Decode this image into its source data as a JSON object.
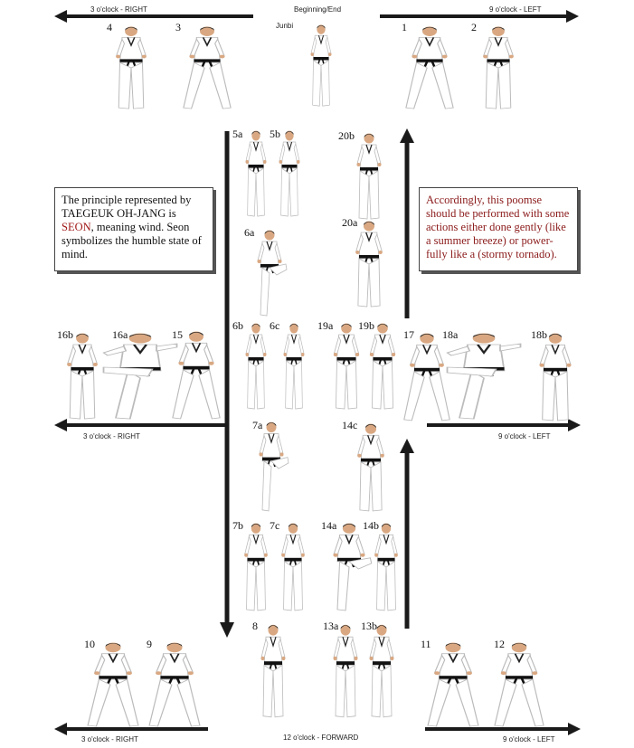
{
  "directions": {
    "right_top": "3 o'clock - RIGHT",
    "left_top": "9 o'clock - LEFT",
    "beginning_end": "Beginning/End",
    "junbi": "Junbi",
    "right_mid": "3 o'clock - RIGHT",
    "left_mid": "9 o'clock - LEFT",
    "right_bottom": "3 o'clock - RIGHT",
    "forward": "12 o'clock - FORWARD",
    "left_bottom": "9 o'clock - LEFT"
  },
  "steps": {
    "s1": "1",
    "s2": "2",
    "s3": "3",
    "s4": "4",
    "s5a": "5a",
    "s5b": "5b",
    "s6a": "6a",
    "s6b": "6b",
    "s6c": "6c",
    "s7a": "7a",
    "s7b": "7b",
    "s7c": "7c",
    "s8": "8",
    "s9": "9",
    "s10": "10",
    "s11": "11",
    "s12": "12",
    "s13a": "13a",
    "s13b": "13b",
    "s14a": "14a",
    "s14b": "14b",
    "s14c": "14c",
    "s15": "15",
    "s16a": "16a",
    "s16b": "16b",
    "s17": "17",
    "s18a": "18a",
    "s18b": "18b",
    "s19a": "19a",
    "s19b": "19b",
    "s20a": "20a",
    "s20b": "20b"
  },
  "principle_box": {
    "line1": "The principle represented by",
    "line2": "TAEGEUK OH-JANG is",
    "seon": "SEON",
    "line3_rest": ", meaning wind. Seon",
    "line4": "symbolizes the humble state of",
    "line5": "mind."
  },
  "advice_box": {
    "line1": "Accordingly, this poomse",
    "line2": "should be performed with some",
    "line3": "actions either done gently (like",
    "line4": "a summer breeze) or power-",
    "line5": "fully like a (stormy tornado)."
  },
  "colors": {
    "arrow": "#1a1a1a",
    "uniform": "#ffffff",
    "belt": "#111111",
    "skin": "#d9a882",
    "hair": "#2a2a2a",
    "red_text": "#8b1a1a"
  }
}
